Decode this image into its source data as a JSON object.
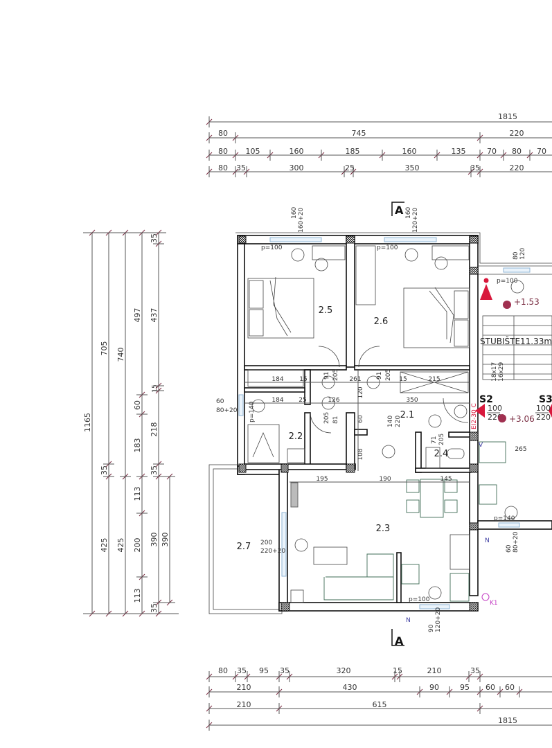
{
  "top_dims": {
    "row1": [
      "1815"
    ],
    "row2": [
      "80",
      "745",
      "220"
    ],
    "row3": [
      "80",
      "105",
      "160",
      "185",
      "160",
      "135",
      "70",
      "80",
      "70"
    ],
    "row4": [
      "80",
      "35",
      "300",
      "25",
      "350",
      "35",
      "220"
    ]
  },
  "bottom_dims": {
    "row1": [
      "80",
      "35",
      "95",
      "35",
      "320",
      "15",
      "210",
      "35"
    ],
    "row2": [
      "210",
      "430",
      "90",
      "95",
      "60",
      "60"
    ],
    "row3": [
      "210",
      "615"
    ],
    "row4": [
      "1815"
    ]
  },
  "left_dims": {
    "col1": [
      "1165"
    ],
    "col2": [
      "705",
      "35",
      "425"
    ],
    "col3": [
      "740",
      "425"
    ],
    "col4": [
      "497",
      "60",
      "183",
      "113",
      "200",
      "113"
    ],
    "col5": [
      "35",
      "437",
      "15",
      "218",
      "35",
      "390",
      "35"
    ],
    "col6": [
      "390"
    ]
  },
  "rooms": [
    "2.5",
    "2.6",
    "2.2",
    "2.1",
    "2.4",
    "2.3",
    "2.7"
  ],
  "section_marks": [
    "A",
    "A"
  ],
  "windows": {
    "w1": [
      "160",
      "160+20"
    ],
    "w2": [
      "160",
      "120+20"
    ],
    "w3": [
      "80",
      "120"
    ],
    "w4": [
      "60",
      "80+20"
    ],
    "w5": [
      "200",
      "220+20"
    ],
    "w6": [
      "60",
      "80+20"
    ],
    "w7": [
      "90",
      "120+20"
    ]
  },
  "sill_labels": [
    "p=100",
    "p=100",
    "p=100",
    "p=140",
    "p=140",
    "p=100"
  ],
  "stair": {
    "elev1": "+1.53",
    "name": "STUBIŠTE11.33m",
    "steps1": "18x17",
    "steps2": "16x29",
    "elev2": "+3.06"
  },
  "doors": {
    "s2": "S2",
    "s2_w": "100",
    "s2_h": "220",
    "s3": "S3",
    "s3_w": "100",
    "s3_h": "220",
    "fire_rating": "EI2-30 C",
    "d1": [
      "91",
      "205"
    ],
    "d2": [
      "91",
      "205"
    ],
    "d3": [
      "205",
      "81"
    ],
    "d4": [
      "140",
      "220"
    ],
    "d5": [
      "71",
      "205"
    ]
  },
  "inner_dims": [
    "184",
    "15",
    "261",
    "15",
    "215",
    "184",
    "25",
    "126",
    "350",
    "120",
    "60",
    "108",
    "265",
    "195",
    "190",
    "145"
  ],
  "markers": {
    "v": "V",
    "n1": "N",
    "n2": "N",
    "k1": "K1"
  },
  "colors": {
    "dimension_tick": "#7a2d42",
    "accent_red": "#d8183c",
    "furniture": "#3d6b56",
    "window": "#8fb4d6",
    "gas": "#c23cc2"
  }
}
